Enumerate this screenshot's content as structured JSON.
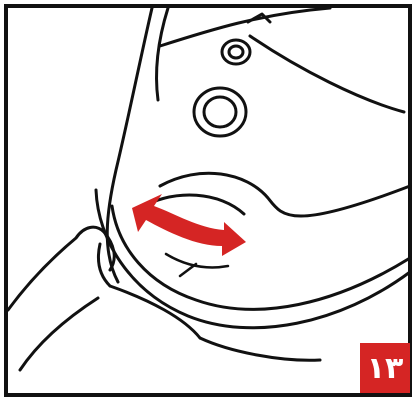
{
  "step": {
    "number": "١٣"
  },
  "colors": {
    "outline": "#111111",
    "arrow": "#d52524",
    "badge_bg": "#d52524",
    "badge_text": "#ffffff",
    "background": "#ffffff"
  },
  "icons": {
    "arrow": "rotate-arrow-icon",
    "hand": "hand-illustration",
    "device": "appliance-illustration"
  }
}
